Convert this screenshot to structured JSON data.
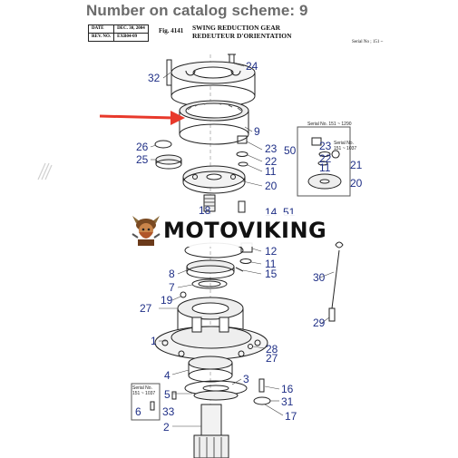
{
  "heading": "Number on catalog scheme: 9",
  "revision_table": {
    "date_label": "DATE",
    "date_value": "DEC. 30, 2004",
    "rev_label": "REV. NO.",
    "rev_value": "EXB04-09"
  },
  "figure": {
    "fig_label": "Fig. 4141",
    "title_en": "SWING REDUCTION GEAR",
    "title_fr": "REDEUTEUR D'ORIENTATION",
    "serial_note": "Serial No ; 151 ~"
  },
  "insets": {
    "right_box_serial": "Serial No. 151 ~ 1290",
    "right_box_sub_serial": "Serial No. 151 ~ 1037",
    "left_box_serial": "Serial No. 151 ~ 1037"
  },
  "watermark": {
    "brand": "MOTOVIKING"
  },
  "part_numbers": {
    "p32": "32",
    "p24": "24",
    "p9": "9",
    "p23": "23",
    "p22": "22",
    "p11a": "11",
    "p26": "26",
    "p25": "25",
    "p20": "20",
    "p18": "18",
    "p14": "14",
    "p51": "51",
    "p50": "50",
    "p23b": "23",
    "p22b": "22",
    "p11b": "11",
    "p21": "21",
    "p20b": "20",
    "p12": "12",
    "p11c": "11",
    "p15": "15",
    "p8": "8",
    "p7": "7",
    "p19": "19",
    "p27": "27",
    "p30": "30",
    "p29": "29",
    "p1": "1",
    "p28": "28",
    "p27b": "27",
    "p4": "4",
    "p3": "3",
    "p5": "5",
    "p16": "16",
    "p31": "31",
    "p6": "6",
    "p33": "33",
    "p17": "17",
    "p2": "2"
  },
  "colors": {
    "label_blue": "#1f2f86",
    "pointer_red": "#e8392b",
    "heading_gray": "#6b6b6b"
  }
}
